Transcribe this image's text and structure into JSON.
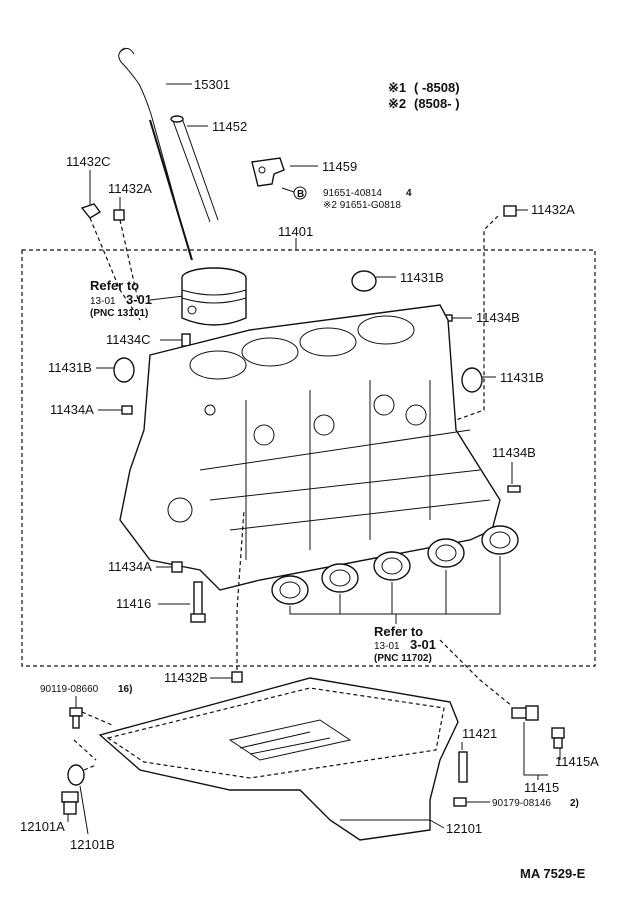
{
  "legend": {
    "row1": {
      "mark": "※1",
      "range": "(      -8508)"
    },
    "row2": {
      "mark": "※2",
      "range": "(8508-       )"
    }
  },
  "parts": {
    "p15301": "15301",
    "p11452": "11452",
    "p11459": "11459",
    "p11432C": "11432C",
    "p11432A_left": "11432A",
    "p11432A_right": "11432A",
    "p11401": "11401",
    "p11431B_top": "11431B",
    "p11431B_left": "11431B",
    "p11431B_right": "11431B",
    "p11434B_top": "11434B",
    "p11434B_right": "11434B",
    "p11434C": "11434C",
    "p11434A_left": "11434A",
    "p11434A_bottom": "11434A",
    "p11416": "11416",
    "p11432B": "11432B",
    "p11421": "11421",
    "p11415": "11415",
    "p11415A": "11415A",
    "p12101": "12101",
    "p12101A": "12101A",
    "p12101B": "12101B",
    "bolt_91651_40814": "91651-40814",
    "bolt_91651_40814_qty": "4",
    "bolt_91651_G0818": "※2 91651-G0818",
    "bolt_B_mark": "B",
    "p90119_08660": "90119-08660",
    "p90119_08660_qty": "16)",
    "p90179_08146": "90179-08146",
    "p90179_08146_qty": "2)"
  },
  "refer_piston": {
    "title": "Refer to",
    "page": "13-01",
    "section": "3-01",
    "pnc": "(PNC 13101)"
  },
  "refer_bearing": {
    "title": "Refer to",
    "page": "13-01",
    "section": "3-01",
    "pnc": "(PNC 11702)"
  },
  "footer": {
    "code": "MA  7529-E"
  },
  "colors": {
    "ink": "#111111",
    "paper": "#ffffff"
  },
  "icons": [
    "dipstick-icon",
    "piston-icon",
    "bearing-icon",
    "oil-pan-icon",
    "bolt-icon",
    "drain-plug-icon"
  ]
}
